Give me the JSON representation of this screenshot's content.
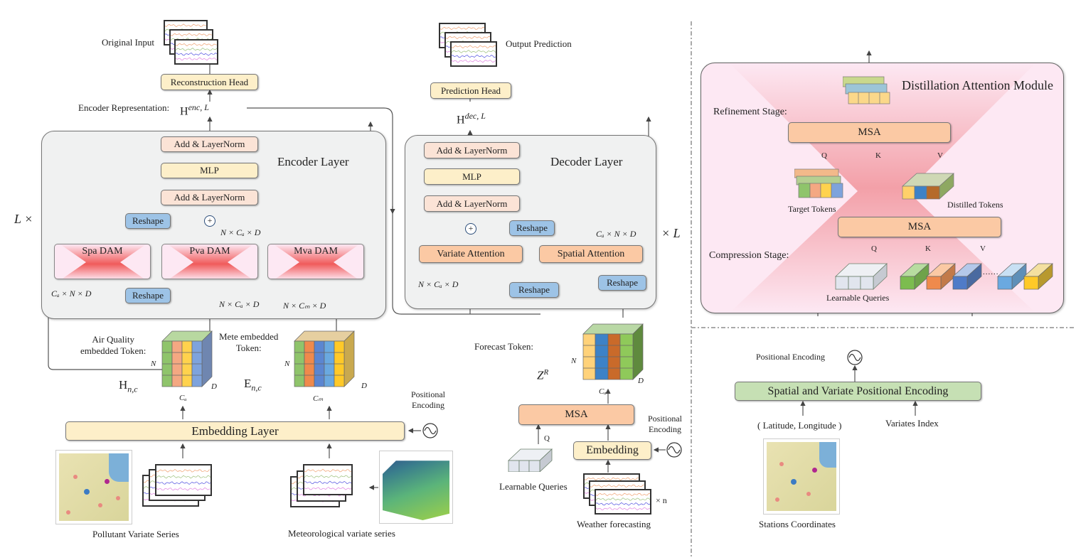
{
  "encoder": {
    "original_input": "Original Input",
    "reconstruction_head": "Reconstruction Head",
    "encoder_representation_label": "Encoder Representation:",
    "h_enc_base": "H",
    "h_enc_sup": "enc, L",
    "layer_title": "Encoder Layer",
    "repeat_label": "L ×",
    "add_norm_top": "Add & LayerNorm",
    "mlp": "MLP",
    "add_norm_bottom": "Add & LayerNorm",
    "reshape_top": "Reshape",
    "reshape_bottom": "Reshape",
    "spa_dam": "Spa DAM",
    "pva_dam": "Pva DAM",
    "mva_dam": "Mva DAM",
    "dim_plus": "N × Cₐ × D",
    "dim_spa": "Cₐ × N × D",
    "dim_pva": "N × Cₐ × D",
    "dim_mva": "N × Cₘ × D"
  },
  "embedding": {
    "air_quality_label": "Air Quality\nembedded Token:",
    "h_nc_base": "H",
    "h_nc_sub": "n,c",
    "mete_label": "Mete embedded\nToken:",
    "e_nc_base": "E",
    "e_nc_sub": "n,c",
    "n_label": "N",
    "d_label": "D",
    "ca_label": "Cₐ",
    "cm_label": "Cₘ",
    "positional_encoding": "Positional\nEncoding",
    "embedding_layer": "Embedding Layer",
    "pollutant_series": "Pollutant Variate Series",
    "meteorological_series": "Meteorological variate series"
  },
  "decoder": {
    "output_prediction": "Output Prediction",
    "prediction_head": "Prediction Head",
    "h_dec_base": "H",
    "h_dec_sup": "dec, L",
    "layer_title": "Decoder Layer",
    "repeat_label": "× L",
    "add_norm_top": "Add & LayerNorm",
    "mlp": "MLP",
    "add_norm_bottom": "Add & LayerNorm",
    "reshape_top": "Reshape",
    "variate_attention": "Variate Attention",
    "spatial_attention": "Spatial Attention",
    "reshape_mid": "Reshape",
    "reshape_right": "Reshape",
    "dim_spatial": "Cₐ × N × D",
    "dim_variate": "N × Cₐ × D"
  },
  "forecast": {
    "forecast_token_label": "Forecast Token:",
    "z_base": "Z",
    "z_sup": "R",
    "n_label": "N",
    "d_label": "D",
    "ca_label": "Cₐ",
    "msa": "MSA",
    "q_label": "Q",
    "learnable_queries": "Learnable Queries",
    "embedding": "Embedding",
    "positional_encoding": "Positional\nEncoding",
    "times_n": "× n",
    "weather_forecasting": "Weather forecasting"
  },
  "dam_module": {
    "title": "Distillation Attention Module",
    "refinement_stage": "Refinement Stage:",
    "compression_stage": "Compression Stage:",
    "msa_top": "MSA",
    "msa_bottom": "MSA",
    "q_top": "Q",
    "k_top": "K",
    "v_top": "V",
    "q_bottom": "Q",
    "k_bottom": "K",
    "v_bottom": "V",
    "target_tokens": "Target Tokens",
    "distilled_tokens": "Distilled Tokens",
    "learnable_queries": "Learnable Queries",
    "ellipsis": "......"
  },
  "positional_module": {
    "positional_encoding": "Positional Encoding",
    "spatial_variate_pe": "Spatial and Variate Positional Encoding",
    "lat_lon": "( Latitude, Longitude )",
    "variates_index": "Variates Index",
    "stations_coordinates": "Stations Coordinates"
  },
  "colors": {
    "peach": "#fbe3d6",
    "yellow": "#fdefc9",
    "blue": "#9dc3e6",
    "orange": "#fbc9a4",
    "green_box": "#c6e0b4",
    "token_green": "#8fc46b",
    "token_orange": "#f4a36e",
    "token_yellow": "#ffd24d",
    "token_blue": "#7ea3dc",
    "dam_red": "#f05b5b",
    "dam_bg": "#fde8f3"
  }
}
